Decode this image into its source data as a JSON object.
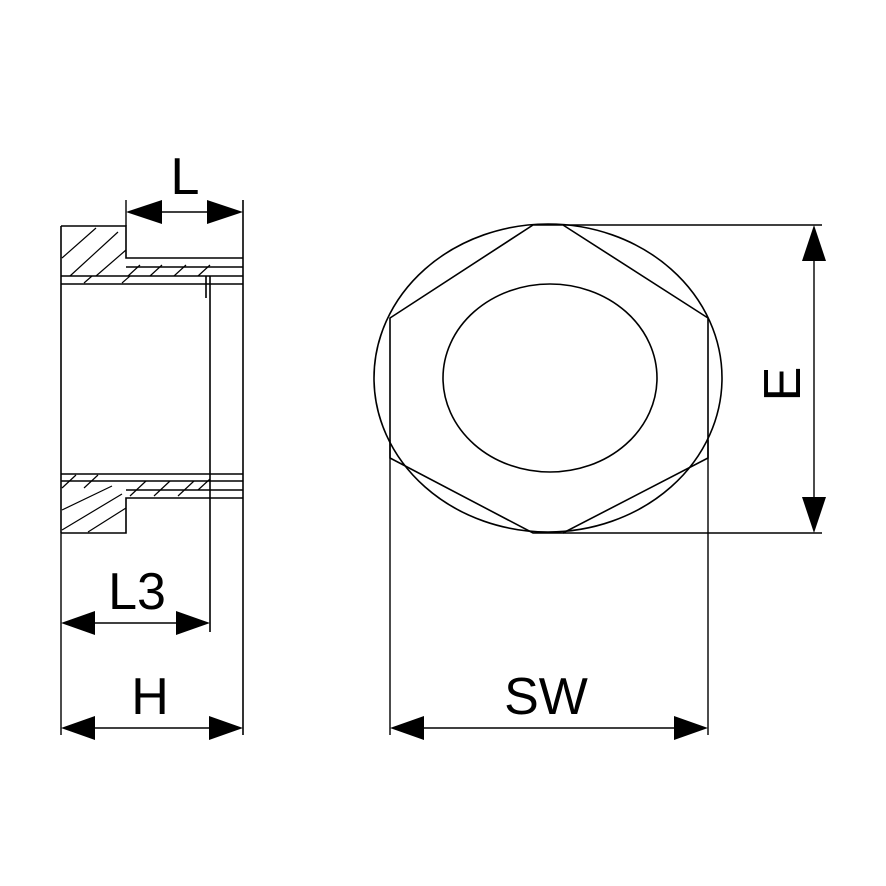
{
  "diagram": {
    "labels": {
      "L": "L",
      "L3": "L3",
      "H": "H",
      "SW": "SW",
      "E": "E"
    },
    "colors": {
      "line": "#000000",
      "background": "#ffffff"
    }
  }
}
